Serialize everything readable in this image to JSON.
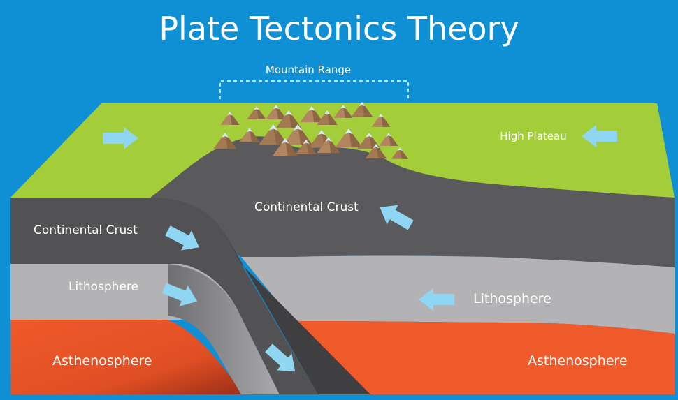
{
  "title": "Plate Tectonics Theory",
  "labels": {
    "mountain_range": "Mountain Range",
    "high_plateau": "High Plateau",
    "continental_crust_left": "Continental Crust",
    "continental_crust_right": "Continental Crust",
    "lithosphere_left": "Lithosphere",
    "lithosphere_right": "Lithosphere",
    "asthenosphere_left": "Asthenosphere",
    "asthenosphere_right": "Asthenosphere"
  },
  "colors": {
    "background": "#0f8fd4",
    "surface": "#a4ce39",
    "continental_crust": "#5a5a5c",
    "lithosphere": "#b3b3b5",
    "asthenosphere": "#ef5a2a",
    "arrow": "#8fd6f2",
    "mountain": "#b08560",
    "snow": "#d8ecf7"
  }
}
